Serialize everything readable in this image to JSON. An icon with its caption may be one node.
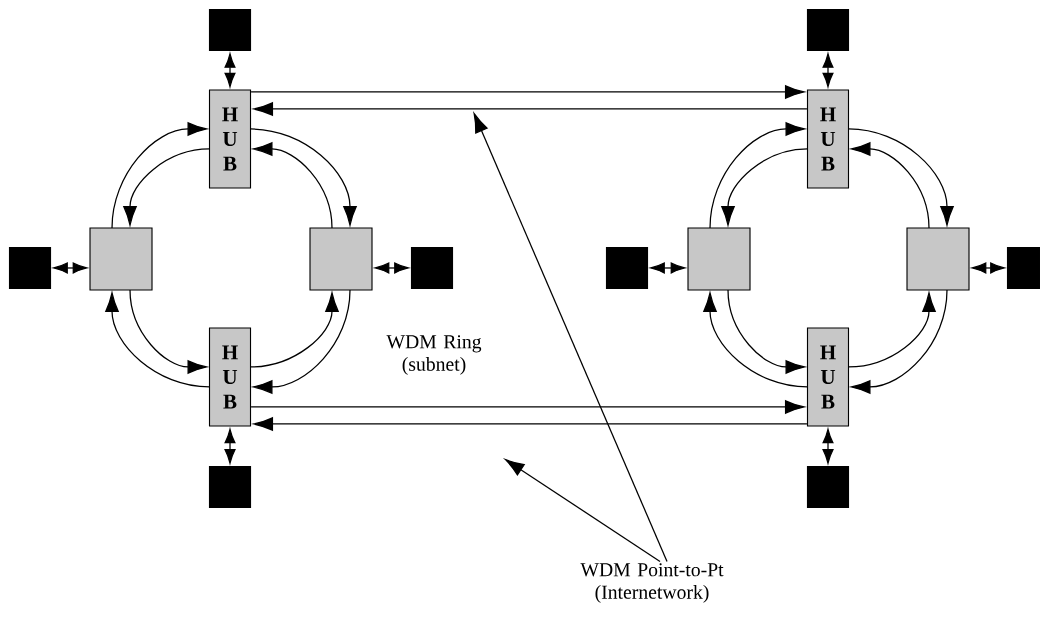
{
  "diagram": {
    "nodes": [
      {
        "text": [],
        "shape": "box"
      },
      {
        "text": [],
        "shape": "box"
      },
      {
        "text": [
          "H U B"
        ]
      },
      {
        "text": [
          "H U B"
        ]
      },
      {
        "text": [],
        "shape": "box"
      },
      {
        "text": [],
        "shape": "box"
      },
      {
        "text": [],
        "shape": "box"
      },
      {
        "text": [],
        "shape": "box"
      },
      {
        "text": [],
        "shape": "box"
      },
      {
        "text": [],
        "shape": "box"
      },
      {
        "text": [],
        "shape": "box"
      },
      {
        "text": [],
        "shape": "box"
      },
      {
        "text": [
          "H U B"
        ]
      },
      {
        "text": [
          "H U B"
        ]
      },
      {
        "text": [],
        "shape": "box"
      },
      {
        "text": [],
        "shape": "box"
      },
      {
        "text": [
          "WDM Point-to-Pt (Internetwork)"
        ]
      }
    ],
    "edges": [
      {
        "from": 5,
        "to": 2,
        "arrow": "to"
      },
      {
        "from": 2,
        "to": 5,
        "arrow": "to"
      },
      {
        "from": 2,
        "to": 6,
        "arrow": "to"
      },
      {
        "from": 6,
        "to": 2,
        "arrow": "to"
      },
      {
        "from": 12,
        "to": 5,
        "arrow": "to"
      },
      {
        "from": 5,
        "to": 12,
        "arrow": "to"
      },
      {
        "from": 12,
        "to": 6,
        "arrow": "to"
      },
      {
        "from": 6,
        "to": 12,
        "arrow": "to"
      },
      {
        "from": 9,
        "to": 3,
        "arrow": "to"
      },
      {
        "from": 3,
        "to": 9,
        "arrow": "to"
      },
      {
        "from": 3,
        "to": 10,
        "arrow": "to"
      },
      {
        "from": 10,
        "to": 3,
        "arrow": "to"
      },
      {
        "from": 13,
        "to": 9,
        "arrow": "to"
      },
      {
        "from": 9,
        "to": 13,
        "arrow": "to"
      },
      {
        "from": 13,
        "to": 10,
        "arrow": "to"
      },
      {
        "from": 10,
        "to": 13,
        "arrow": "to"
      },
      {
        "from": 2,
        "to": 3,
        "arrow": "to"
      },
      {
        "from": 3,
        "to": 2,
        "arrow": "to"
      },
      {
        "from": 12,
        "to": 13,
        "arrow": "to"
      },
      {
        "from": 13,
        "to": 12,
        "arrow": "to"
      },
      {
        "from": 0,
        "to": 2,
        "arrow": "both"
      },
      {
        "from": 1,
        "to": 3,
        "arrow": "both"
      },
      {
        "from": 4,
        "to": 5,
        "arrow": "both"
      },
      {
        "from": 7,
        "to": 6,
        "arrow": "both"
      },
      {
        "from": 8,
        "to": 9,
        "arrow": "both"
      },
      {
        "from": 11,
        "to": 10,
        "arrow": "both"
      },
      {
        "from": 14,
        "to": 12,
        "arrow": "both"
      },
      {
        "from": 15,
        "to": 13,
        "arrow": "both"
      },
      {
        "from": 16,
        "to": null,
        "arrow": "to"
      },
      {
        "from": 16,
        "to": null,
        "arrow": "to"
      }
    ],
    "labels": [
      "WDM Ring (subnet)"
    ]
  }
}
